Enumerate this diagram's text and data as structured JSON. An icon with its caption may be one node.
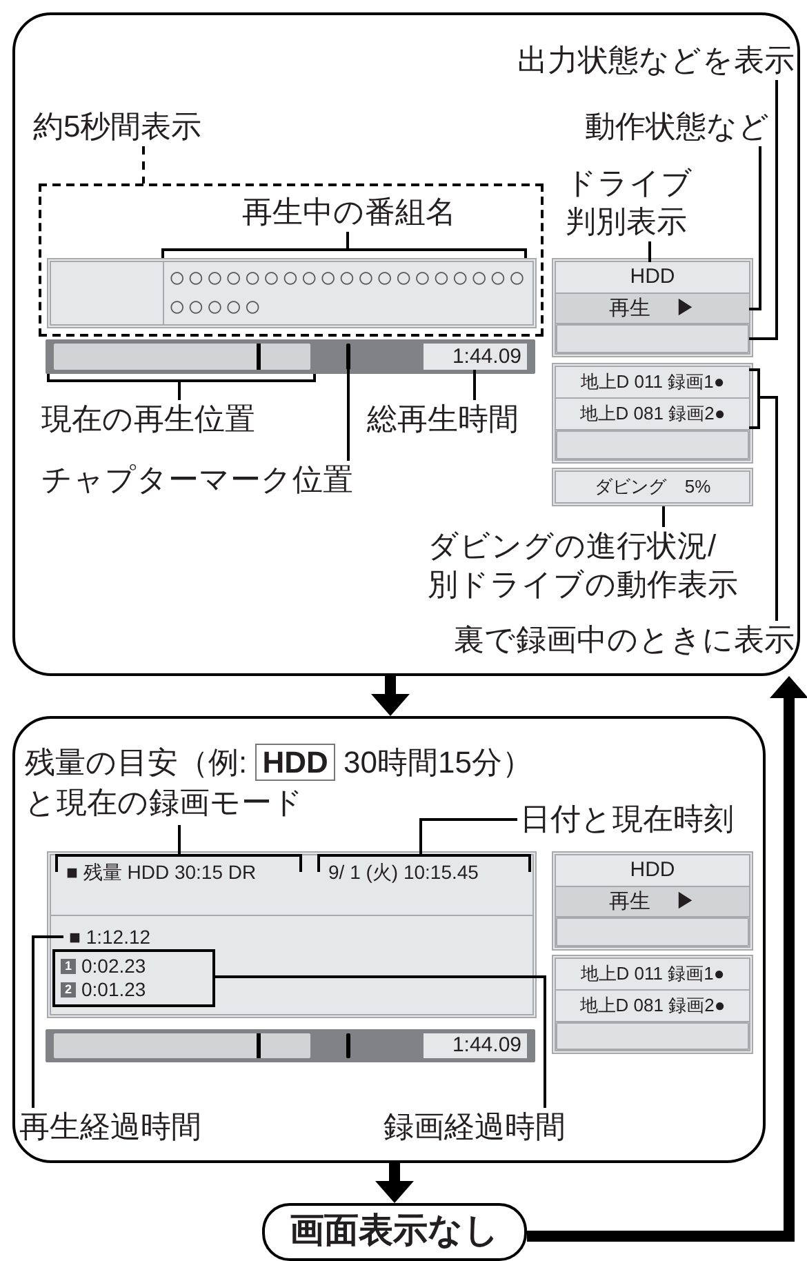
{
  "diagram": {
    "nodes": [
      {
        "text": [],
        "shape": "box"
      },
      {
        "text": [
          "出力状態などを表示"
        ],
        "in": 0
      },
      {
        "text": [
          "約5秒間表示"
        ],
        "in": 0
      },
      {
        "text": [
          "動作状態など"
        ],
        "in": 0
      },
      {
        "text": [
          "ドライブ判別表示"
        ],
        "in": 0
      },
      {
        "text": [],
        "shape": "box",
        "in": 0
      },
      {
        "text": [
          "再生中の番組名"
        ],
        "in": 5
      },
      {
        "text": [
          "○○○○○○○○○○○○○○○○○○○○○○○○"
        ],
        "in": 5
      },
      {
        "text": [],
        "shape": "box",
        "in": 0
      },
      {
        "text": [
          "HDD"
        ],
        "in": 8
      },
      {
        "text": [
          "再生 ▶"
        ],
        "in": 8
      },
      {
        "text": [],
        "shape": "bar",
        "in": 8
      },
      {
        "text": [],
        "shape": "bar",
        "in": 0
      },
      {
        "text": [],
        "shape": "bar",
        "in": 12
      },
      {
        "text": [],
        "shape": "bar",
        "in": 12
      },
      {
        "text": [
          "1:44.09"
        ],
        "in": 12
      },
      {
        "text": [
          "現在の再生位置"
        ],
        "in": 0
      },
      {
        "text": [
          "総再生時間"
        ],
        "in": 0
      },
      {
        "text": [
          "チャプターマーク位置"
        ],
        "in": 0
      },
      {
        "text": [],
        "shape": "box",
        "in": 0
      },
      {
        "text": [
          "地上D 011 録画1●"
        ],
        "in": 19
      },
      {
        "text": [
          "地上D 081 録画2●"
        ],
        "in": 19
      },
      {
        "text": [],
        "shape": "bar",
        "in": 19
      },
      {
        "text": [
          "ダビング 5%"
        ],
        "in": 0
      },
      {
        "text": [
          "ダビングの進行状況/別ドライブの動作表示"
        ],
        "in": 0
      },
      {
        "text": [
          "裏で録画中のときに表示"
        ],
        "in": 0
      },
      {
        "text": [],
        "shape": "box"
      },
      {
        "text": [
          "残量の目安（例: **HDD** 30時間15分）と現在の録画モード"
        ],
        "in": 26
      },
      {
        "text": [
          "日付と現在時刻"
        ],
        "in": 26
      },
      {
        "text": [],
        "shape": "box",
        "in": 26
      },
      {
        "text": [
          "■ 残量 HDD 30:15 DR"
        ],
        "in": 29
      },
      {
        "text": [
          "9/ 1 (火) 10:15.45"
        ],
        "in": 29
      },
      {
        "text": [
          "■ 1:12.12"
        ],
        "in": 29
      },
      {
        "text": [
          "1",
          "0:02.23",
          "2",
          "0:01.23"
        ],
        "in": 29
      },
      {
        "text": [],
        "shape": "bar",
        "in": 26
      },
      {
        "text": [],
        "shape": "bar",
        "in": 34
      },
      {
        "text": [],
        "shape": "bar",
        "in": 34
      },
      {
        "text": [
          "1:44.09"
        ],
        "in": 34
      },
      {
        "text": [],
        "shape": "box",
        "in": 26
      },
      {
        "text": [
          "HDD"
        ],
        "in": 38
      },
      {
        "text": [
          "再生 ▶"
        ],
        "in": 38
      },
      {
        "text": [],
        "shape": "bar",
        "in": 38
      },
      {
        "text": [],
        "shape": "box",
        "in": 26
      },
      {
        "text": [
          "地上D 011 録画1●"
        ],
        "in": 42
      },
      {
        "text": [
          "地上D 081 録画2●"
        ],
        "in": 42
      },
      {
        "text": [],
        "shape": "bar",
        "in": 42
      },
      {
        "text": [
          "再生経過時間"
        ],
        "in": 26
      },
      {
        "text": [
          "録画経過時間"
        ],
        "in": 26
      },
      {
        "text": [
          "画面表示なし"
        ]
      }
    ],
    "edges": [
      {
        "from": 1,
        "to": 11,
        "arrow": "none"
      },
      {
        "from": 2,
        "to": 5,
        "arrow": "none",
        "style": "dashed"
      },
      {
        "from": 3,
        "to": 10,
        "arrow": "none"
      },
      {
        "from": 4,
        "to": 9,
        "arrow": "none"
      },
      {
        "from": 6,
        "to": 7,
        "arrow": "none"
      },
      {
        "from": 16,
        "to": 13,
        "arrow": "none"
      },
      {
        "from": 17,
        "to": 15,
        "arrow": "none"
      },
      {
        "from": 18,
        "to": 14,
        "arrow": "none"
      },
      {
        "from": 25,
        "to": 20,
        "arrow": "none"
      },
      {
        "from": 25,
        "to": 21,
        "arrow": "none"
      },
      {
        "from": 24,
        "to": 23,
        "arrow": "none"
      },
      {
        "from": 27,
        "to": 30,
        "arrow": "none"
      },
      {
        "from": 28,
        "to": 31,
        "arrow": "none"
      },
      {
        "from": 46,
        "to": 32,
        "arrow": "none"
      },
      {
        "from": 47,
        "to": 33,
        "arrow": "none"
      },
      {
        "from": 0,
        "to": 26,
        "arrow": "to",
        "style": "thick"
      },
      {
        "from": 26,
        "to": 48,
        "arrow": "to",
        "style": "thick"
      },
      {
        "from": 48,
        "to": 0,
        "arrow": "to",
        "style": "thick"
      }
    ]
  }
}
